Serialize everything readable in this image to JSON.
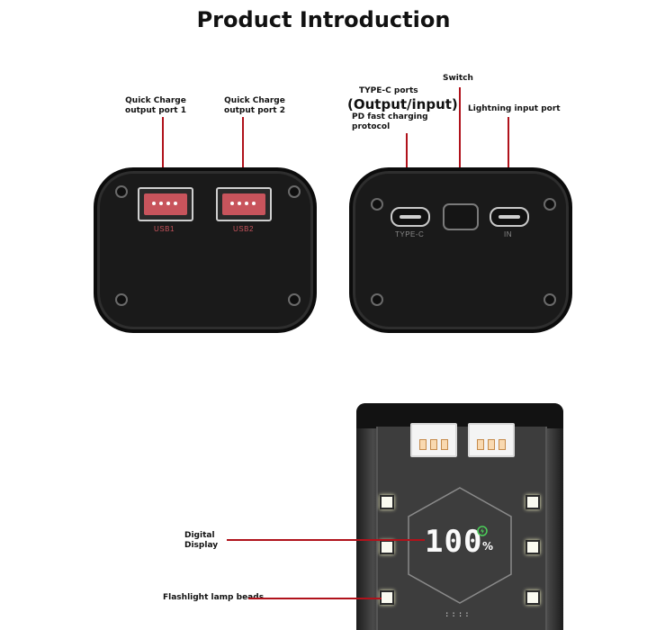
{
  "title": "Product Introduction",
  "labels": {
    "qc1": "Quick Charge output port 1",
    "qc1_line1": "Quick Charge",
    "qc1_line2": "output port 1",
    "qc2_line1": "Quick Charge",
    "qc2_line2": "output port 2",
    "typec_ports": "TYPE-C ports",
    "output_input": "(Output/input)",
    "pd_line1": "PD fast charging",
    "pd_line2": "protocol",
    "switch": "Switch",
    "lightning": "Lightning input port",
    "digital_line1": "Digital",
    "digital_line2": "Display",
    "flashlight": "Flashlight lamp beads"
  },
  "ports": {
    "usb1": "USB1",
    "usb2": "USB2",
    "typec": "TYPE-C",
    "in": "IN"
  },
  "display": {
    "value": "100",
    "unit": "%",
    "dots": "::::"
  },
  "colors": {
    "callout_line": "#b0121b",
    "usb_port": "#c8545c"
  }
}
